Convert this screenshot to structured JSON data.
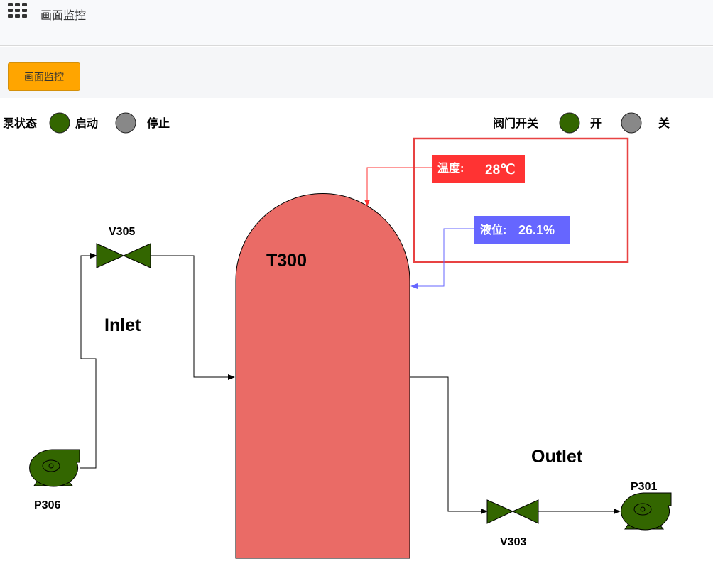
{
  "app": {
    "title": "画面监控"
  },
  "tabs": [
    {
      "label": "画面监控",
      "active": true
    }
  ],
  "legend": {
    "pump_title": "泵状态",
    "pump_on": "启动",
    "pump_off": "停止",
    "valve_title": "阀门开关",
    "valve_open": "开",
    "valve_closed": "关",
    "on_color": "#336600",
    "off_color": "#888888"
  },
  "tank": {
    "name": "T300",
    "fill_color": "#ea6b66"
  },
  "readings": {
    "temperature_label": "温度:",
    "temperature_value": "28℃",
    "temperature_color": "#ff3333",
    "level_label": "液位:",
    "level_value": "26.1%",
    "level_color": "#6666ff"
  },
  "sections": {
    "inlet": "Inlet",
    "outlet": "Outlet"
  },
  "valves": [
    {
      "name": "V305",
      "state": "开"
    },
    {
      "name": "V303",
      "state": "开"
    }
  ],
  "pumps": [
    {
      "name": "P306",
      "state": "启动"
    },
    {
      "name": "P301",
      "state": "启动"
    }
  ],
  "highlight_color": "#e84343"
}
